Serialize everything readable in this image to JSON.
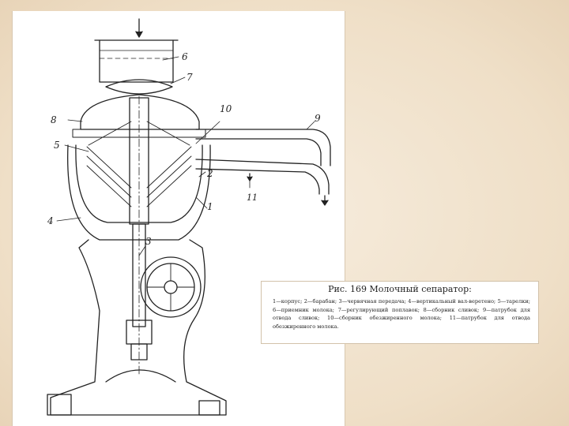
{
  "figure": {
    "caption_title": "Рис. 169  Молочный сепаратор:",
    "caption_text": "1—корпус; 2—барабан; 3—червячная передача; 4—вертикальный вал-веретено; 5—тарелки; 6—приемник молока; 7—регулирующий поплавок; 8—сборник сливок; 9—патрубок для отвода сливок; 10—сборник обезжиренного молока; 11—патрубок для отвода обезжиренного молока.",
    "callouts": [
      "1",
      "2",
      "3",
      "4",
      "5",
      "6",
      "7",
      "8",
      "9",
      "10",
      "11"
    ]
  },
  "colors": {
    "background": "#f1e3cf",
    "sheet": "#ffffff",
    "ink": "#222222"
  }
}
